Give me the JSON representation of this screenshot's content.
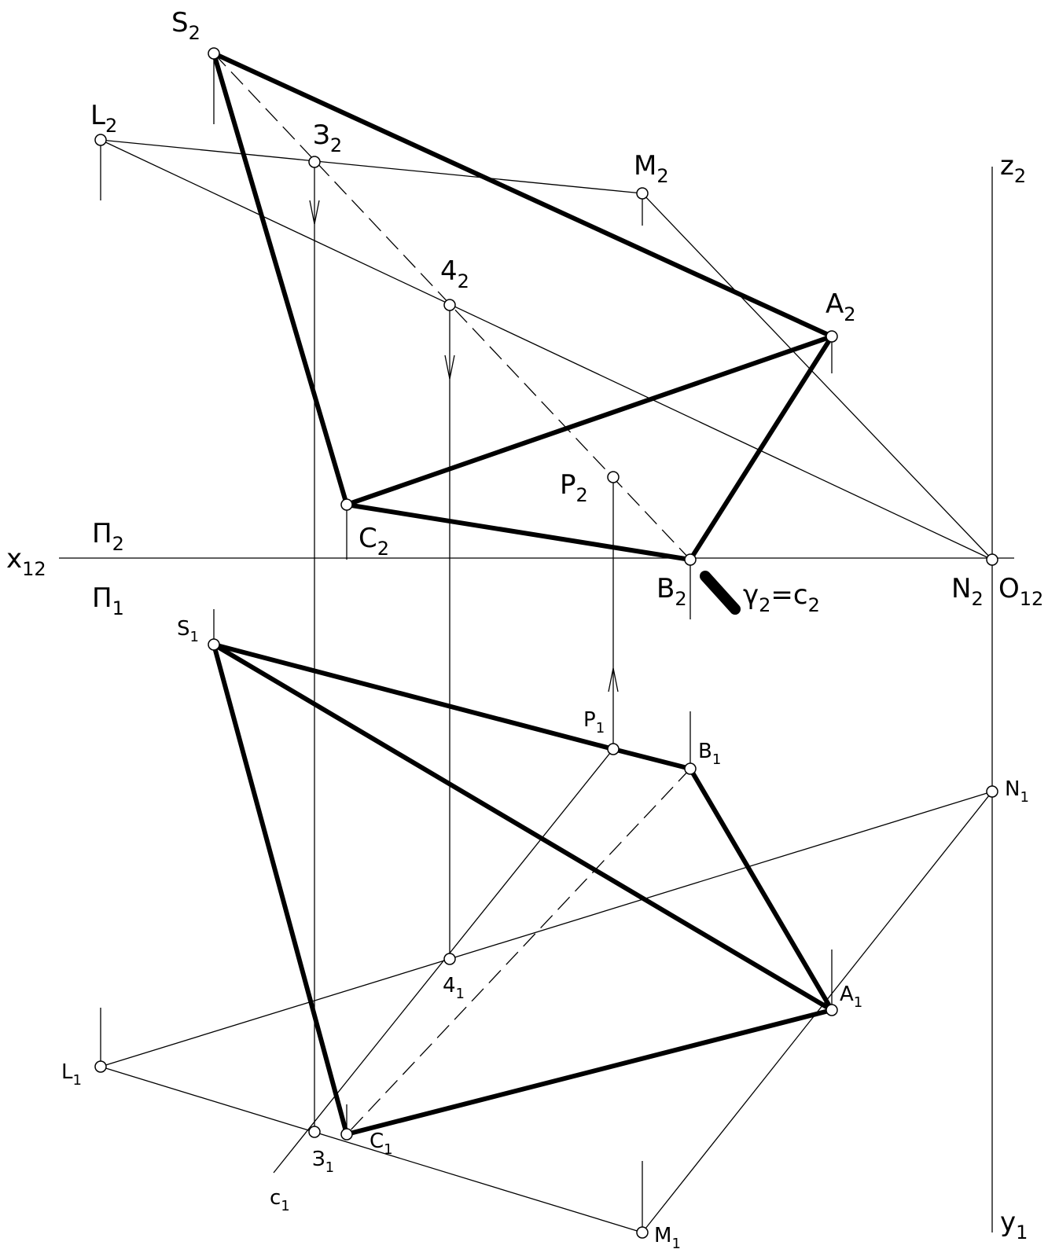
{
  "labels": {
    "S2": {
      "base": "S",
      "sub": "2"
    },
    "L2": {
      "base": "L",
      "sub": "2"
    },
    "Z2": {
      "base": "З",
      "sub": "2"
    },
    "M2": {
      "base": "M",
      "sub": "2"
    },
    "z2": {
      "base": "z",
      "sub": "2"
    },
    "F2": {
      "base": "4",
      "sub": "2"
    },
    "A2": {
      "base": "A",
      "sub": "2"
    },
    "P2": {
      "base": "P",
      "sub": "2"
    },
    "C2": {
      "base": "C",
      "sub": "2"
    },
    "Pi2": {
      "base": "П",
      "sub": "2"
    },
    "x12": {
      "base": "x",
      "sub": "12"
    },
    "Pi1": {
      "base": "П",
      "sub": "1"
    },
    "B2": {
      "base": "B",
      "sub": "2"
    },
    "gamma": {
      "base": "γ",
      "sub": "2",
      "tail": "=c",
      "tail_sub": "2"
    },
    "N2": {
      "base": "N",
      "sub": "2"
    },
    "O12": {
      "base": "O",
      "sub": "12"
    },
    "S1": {
      "base": "S",
      "sub": "1"
    },
    "P1": {
      "base": "P",
      "sub": "1"
    },
    "B1": {
      "base": "B",
      "sub": "1"
    },
    "N1": {
      "base": "N",
      "sub": "1"
    },
    "F1": {
      "base": "4",
      "sub": "1"
    },
    "A1": {
      "base": "A",
      "sub": "1"
    },
    "L1": {
      "base": "L",
      "sub": "1"
    },
    "C1": {
      "base": "C",
      "sub": "1"
    },
    "Z1": {
      "base": "З",
      "sub": "1"
    },
    "c1": {
      "base": "c",
      "sub": "1"
    },
    "M1": {
      "base": "M",
      "sub": "1"
    },
    "y1": {
      "base": "y",
      "sub": "1"
    }
  }
}
